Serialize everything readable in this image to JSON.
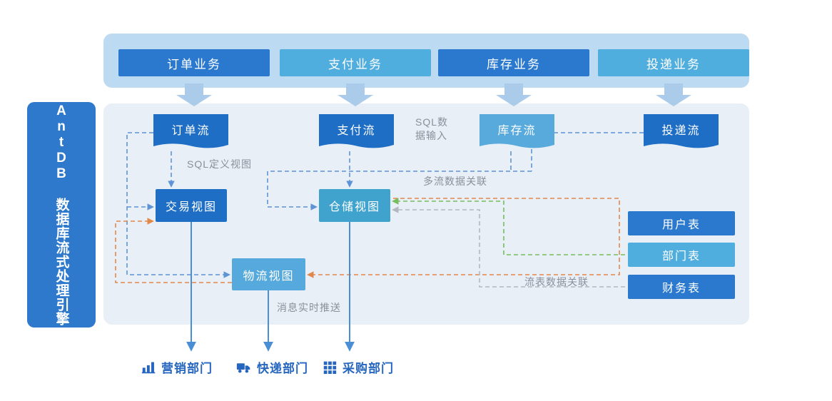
{
  "sidebar": {
    "title": "AntDB 数据库流式处理引擎"
  },
  "businesses": [
    {
      "label": "订单业务"
    },
    {
      "label": "支付业务"
    },
    {
      "label": "库存业务"
    },
    {
      "label": "投递业务"
    }
  ],
  "streams": [
    {
      "label": "订单流"
    },
    {
      "label": "支付流"
    },
    {
      "label": "库存流"
    },
    {
      "label": "投递流"
    }
  ],
  "views": [
    {
      "label": "交易视图"
    },
    {
      "label": "仓储视图"
    },
    {
      "label": "物流视图"
    }
  ],
  "tables": [
    {
      "label": "用户表"
    },
    {
      "label": "部门表"
    },
    {
      "label": "财务表"
    }
  ],
  "annotations": {
    "sql_input": "SQL数\n据输入",
    "sql_define_view": "SQL定义视图",
    "multi_stream_join": "多流数据关联",
    "stream_table_join": "流表数据关联",
    "realtime_push": "消息实时推送"
  },
  "departments": [
    {
      "label": "营销部门",
      "icon": "bar-chart-icon"
    },
    {
      "label": "快递部门",
      "icon": "truck-icon"
    },
    {
      "label": "采购部门",
      "icon": "grid-icon"
    }
  ],
  "colors": {
    "node_dark_blue": "#1E6EC6",
    "node_light_blue": "#4FAEDE",
    "view_teal": "#3FA3CE",
    "banner_bg": "#BCDAF1",
    "panel_bg": "#E9EFF7",
    "sidebar_bg": "#2E79CC",
    "fat_arrow": "#AACBE9",
    "dashed_blue": "#5E93D6",
    "dashed_orange": "#E2874A",
    "dashed_green": "#76BD5E",
    "dashed_gray": "#B3B8BF",
    "solid_arrow_blue": "#4A8FD6",
    "note_gray": "#8A909B",
    "department_blue": "#2666BE"
  }
}
